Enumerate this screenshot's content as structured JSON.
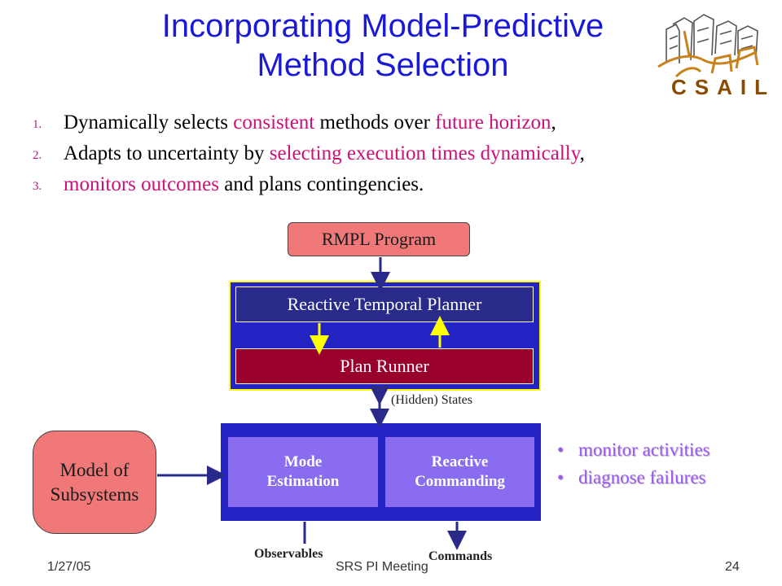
{
  "title": {
    "line1": "Incorporating Model-Predictive",
    "line2": "Method Selection"
  },
  "logo": {
    "text": "CSAIL"
  },
  "bullets": [
    {
      "num": "1.",
      "parts": [
        "Dynamically selects ",
        "consistent",
        " methods over ",
        "future horizon",
        ","
      ]
    },
    {
      "num": "2.",
      "parts": [
        "Adapts to uncertainty by ",
        "selecting execution times dynamically",
        ","
      ]
    },
    {
      "num": "3.",
      "parts": [
        "",
        "monitors outcomes",
        " and plans contingencies."
      ]
    }
  ],
  "diagram": {
    "rmpl_program": "RMPL Program",
    "reactive_temporal_planner": "Reactive Temporal Planner",
    "plan_runner": "Plan Runner",
    "hidden_states": "(Hidden) States",
    "mode_estimation_line1": "Mode",
    "mode_estimation_line2": "Estimation",
    "reactive_commanding_line1": "Reactive",
    "reactive_commanding_line2": "Commanding",
    "model_line1": "Model of",
    "model_line2": "Subsystems",
    "observables": "Observables",
    "commands": "Commands"
  },
  "side_bullets": [
    "monitor activities",
    "diagnose failures"
  ],
  "footer": {
    "date": "1/27/05",
    "center": "SRS PI Meeting",
    "page": "24"
  },
  "colors": {
    "title": "#1a1ad6",
    "highlight": "#cc1177",
    "panel_blue": "#2424c4",
    "salmon": "#f07878",
    "runner": "#99002b",
    "module": "#8a6cf0",
    "arrow_yellow": "#ffff00",
    "side_text": "#9b59f0"
  }
}
